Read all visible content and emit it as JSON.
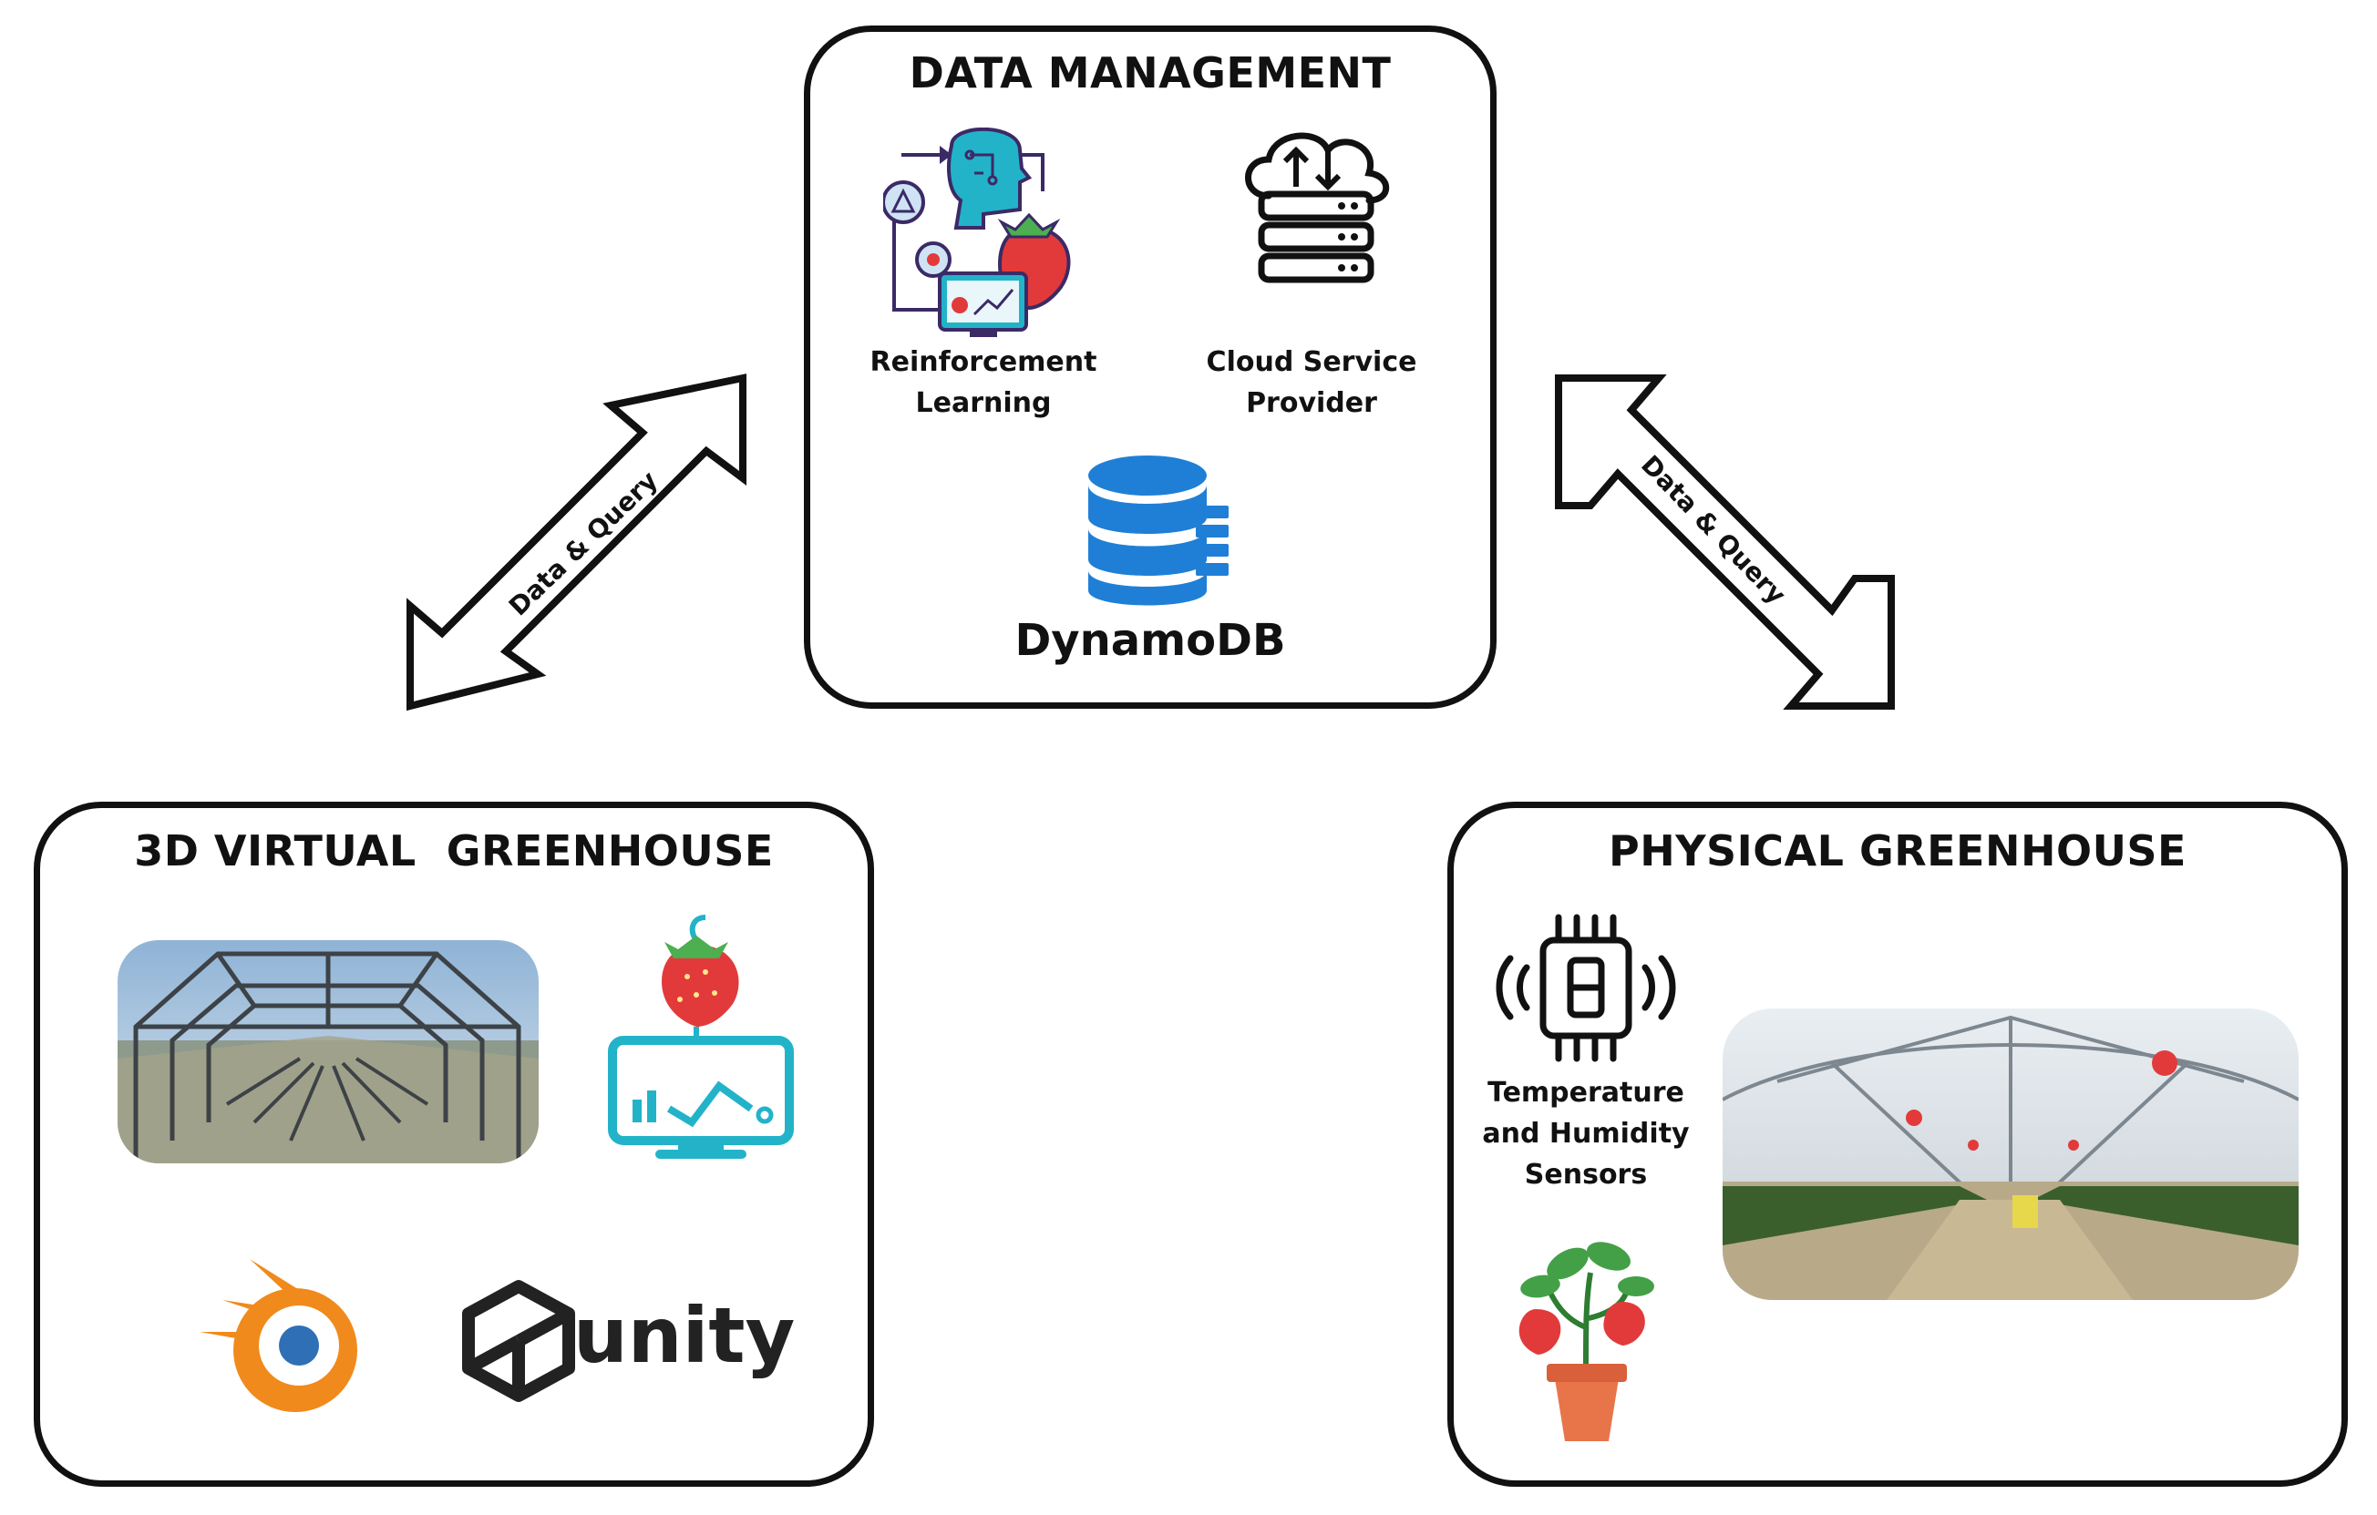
{
  "data_management": {
    "title": "DATA MANAGEMENT",
    "rl": {
      "line1": "Reinforcement",
      "line2": "Learning",
      "icon": "reinforcement-learning-icon"
    },
    "cloud": {
      "line1": "Cloud Service",
      "line2": "Provider",
      "icon": "cloud-server-icon"
    },
    "db": {
      "label": "DynamoDB",
      "icon": "database-icon"
    }
  },
  "virtual": {
    "title": "3D VIRTUAL  GREENHOUSE",
    "render_image": "virtual-greenhouse-render",
    "monitor_icon": "strawberry-monitor-icon",
    "blender_icon": "blender-logo",
    "unity_text": "unity"
  },
  "physical": {
    "title": "PHYSICAL GREENHOUSE",
    "sensor": {
      "line1": "Temperature",
      "line2": "and Humidity",
      "line3": "Sensors",
      "icon": "sensor-chip-icon"
    },
    "plant_icon": "strawberry-plant-icon",
    "photo": "greenhouse-photo"
  },
  "arrows": {
    "left_label": "Data & Query",
    "right_label": "Data & Query"
  },
  "colors": {
    "db_blue": "#1f7fd6",
    "teal": "#22b3c9",
    "strawberry": "#e23a3a",
    "blender_orange": "#f08a1c",
    "blender_blue": "#2e6fb5"
  }
}
